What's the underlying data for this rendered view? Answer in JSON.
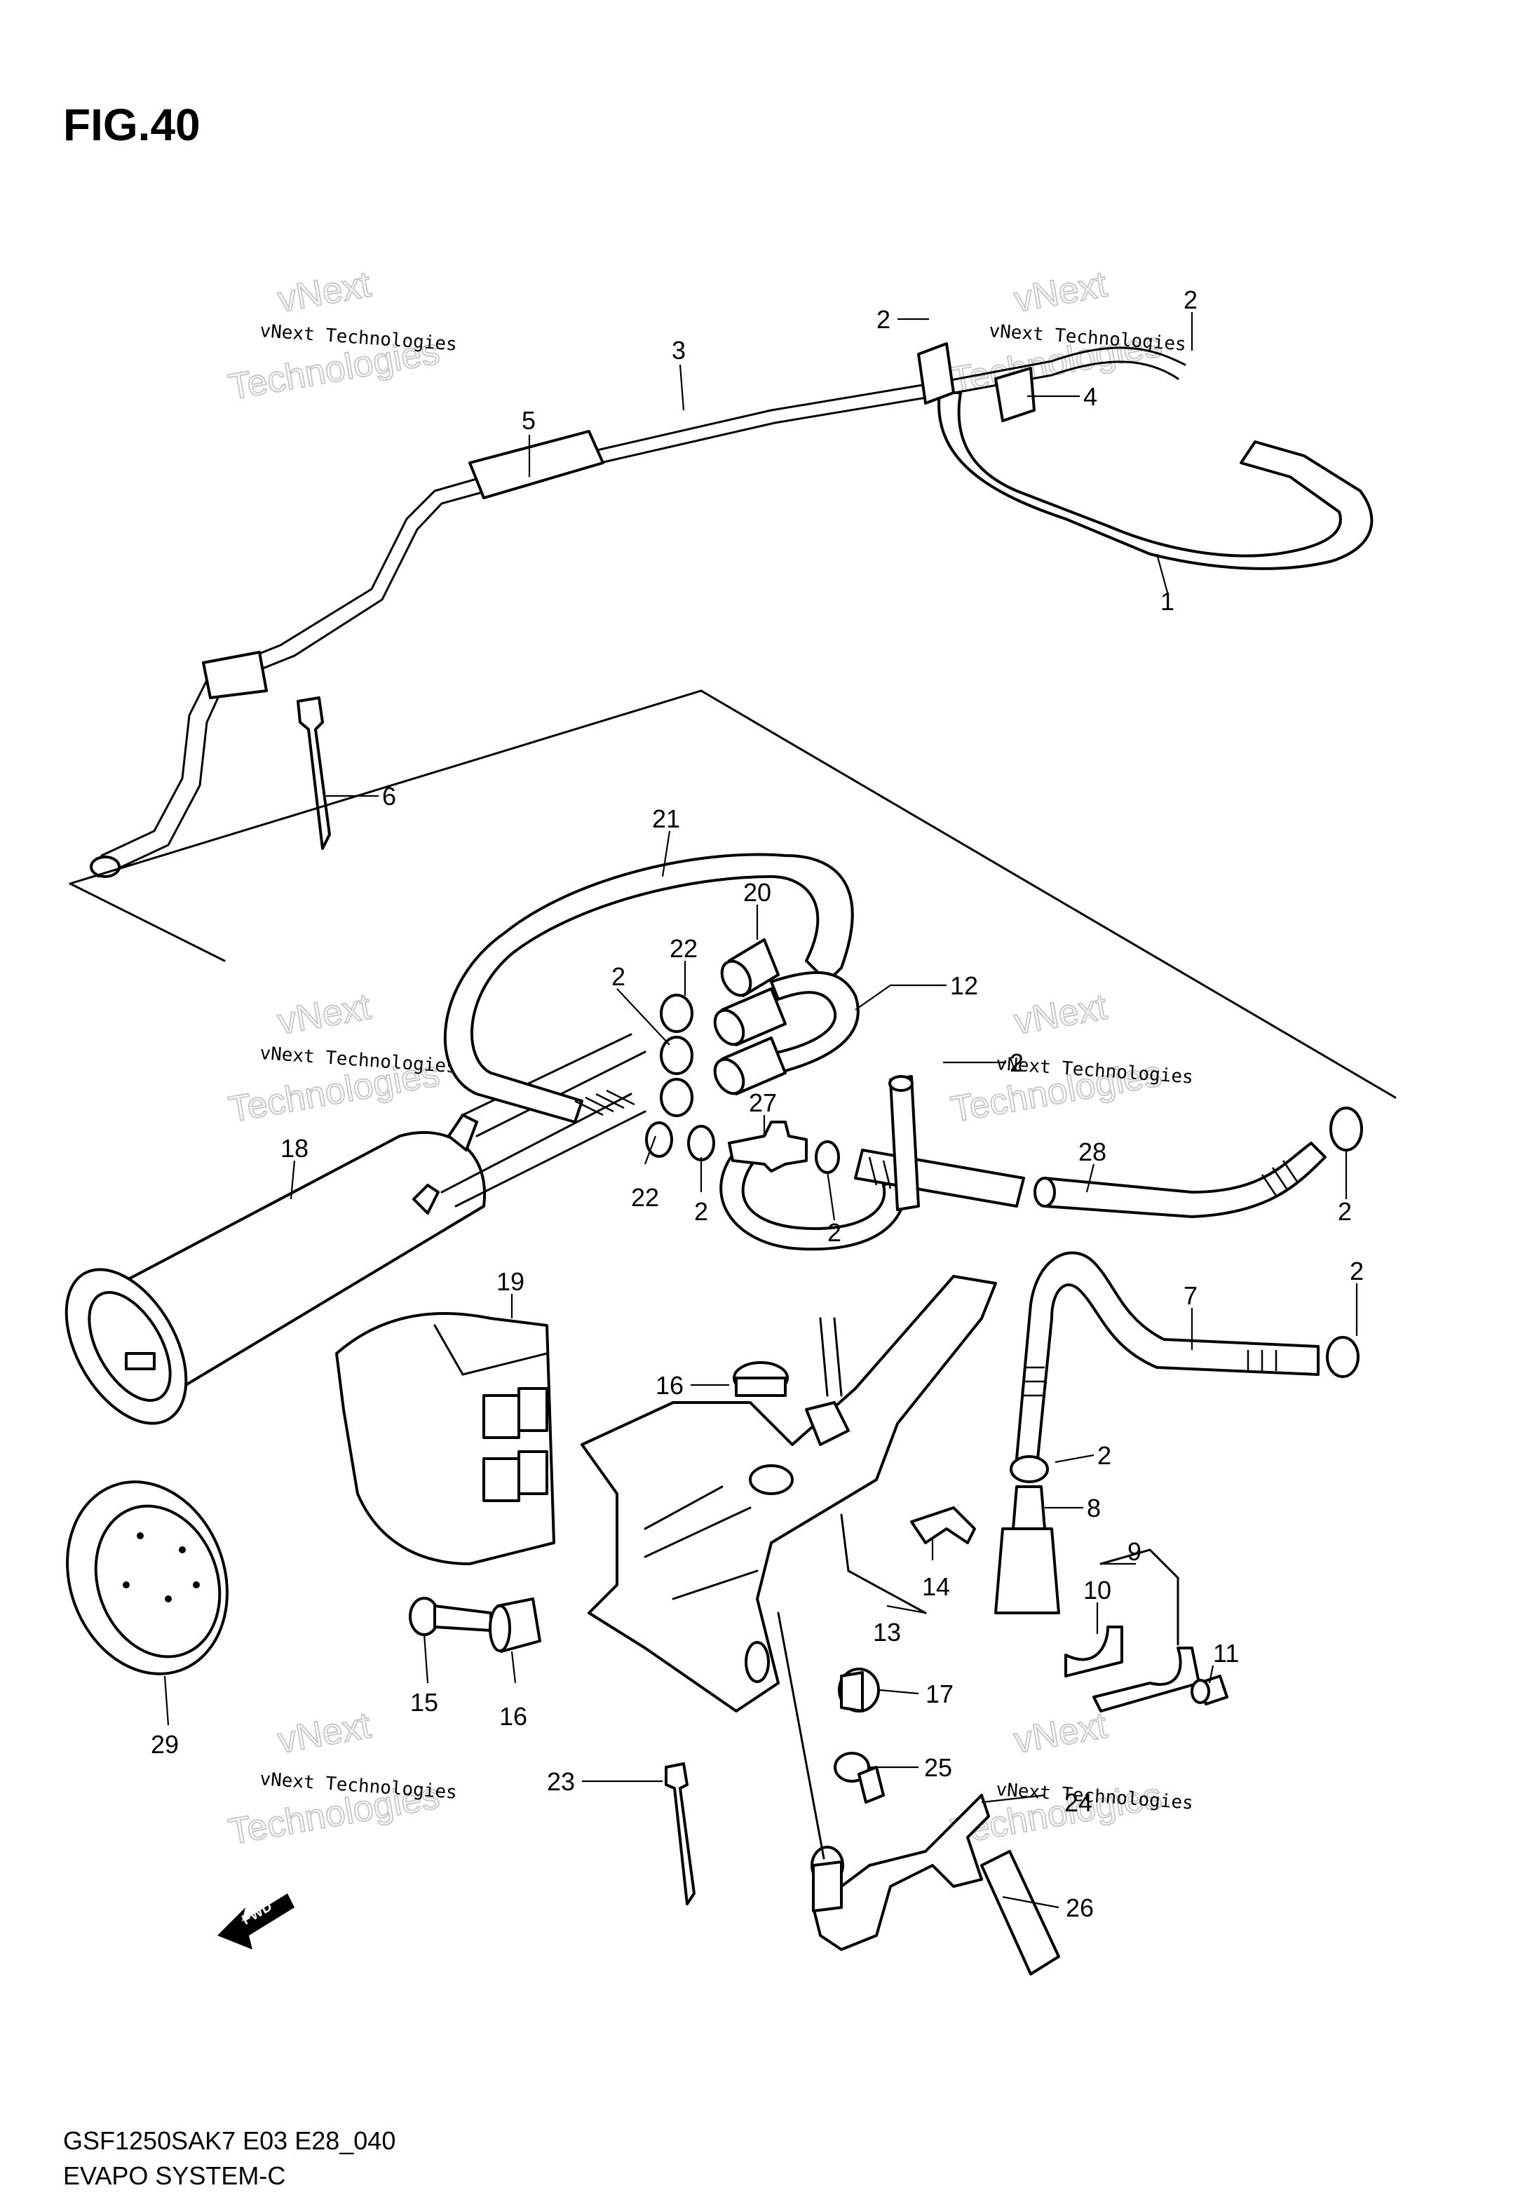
{
  "figure": {
    "title": "FIG.40"
  },
  "footer": {
    "model_code": "GSF1250SAK7 E03 E28_040",
    "system_name": "EVAPO SYSTEM-C"
  },
  "watermark": {
    "line1": "vNext Technologies",
    "line2": "Technologies",
    "line3": "vNext"
  },
  "forward_marker": {
    "label": "FWD"
  },
  "callouts": [
    "2",
    "2",
    "3",
    "4",
    "5",
    "1",
    "6",
    "21",
    "20",
    "22",
    "12",
    "2",
    "2",
    "27",
    "28",
    "2",
    "22",
    "2",
    "2",
    "18",
    "19",
    "16",
    "7",
    "2",
    "2",
    "8",
    "9",
    "10",
    "14",
    "13",
    "11",
    "15",
    "16",
    "17",
    "29",
    "23",
    "25",
    "24",
    "26"
  ]
}
